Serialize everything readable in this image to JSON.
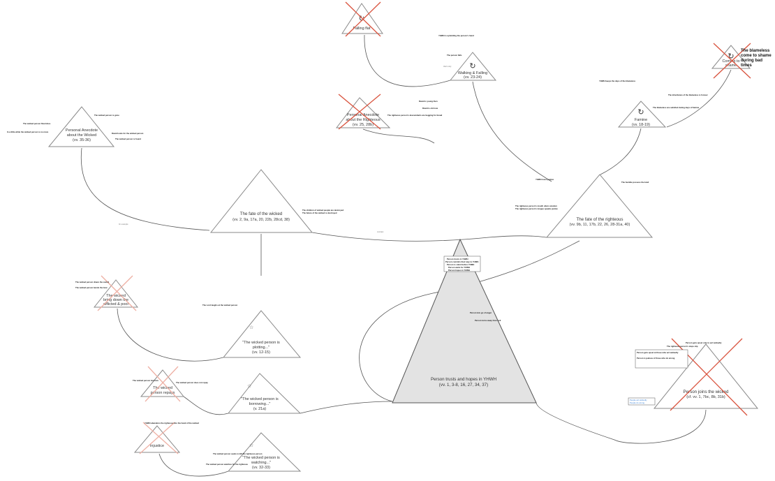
{
  "nodes": {
    "anecdote_wicked": {
      "title": "Personal Anecdote",
      "title2": "about the Wicked",
      "verses": "(vv. 35-36)"
    },
    "falling_flat": {
      "title": "Falling flat"
    },
    "walking_falling": {
      "title": "Walking & Falling",
      "verses": "(vv. 23-24)"
    },
    "anecdote_righteous": {
      "title": "Personal Anecdote",
      "title2": "about the Righteous",
      "verses": "(vv. 25, 28b)"
    },
    "famine": {
      "title": "Famine",
      "verses": "(vv. 18-19)"
    },
    "coming_to_shame": {
      "title": "Coming to",
      "title2": "shame"
    },
    "fate_wicked": {
      "title": "The fate of the wicked",
      "verses": "(vv. 2, 9a, 17a, 20, 22b, 28cd, 38)"
    },
    "fate_righteous": {
      "title": "The fate of the righteous",
      "verses": "(vv. 9b, 11, 17b, 22, 26, 28-31a, 40)"
    },
    "person_trusts": {
      "title": "Person trusts and hopes in YHWH",
      "verses": "(vv. 1, 3-8, 16, 27, 34, 37)"
    },
    "bring_down": {
      "title": "The wicked",
      "title2": "bring down the",
      "title3": "afflicted & poor"
    },
    "plotting": {
      "title": "\"The wicked person is",
      "title2": "plotting...\"",
      "verses": "(vv. 12-15)"
    },
    "repays": {
      "title": "The wicked",
      "title2": "person repays"
    },
    "borrowing": {
      "title": "\"The wicked person is",
      "title2": "borrowing...\"",
      "verses": "(v. 21a)"
    },
    "injustice": {
      "title": "Injustice"
    },
    "watching": {
      "title": "\"The wicked person is",
      "title2": "watching...\"",
      "verses": "(vv. 32-33)"
    },
    "joins_wicked": {
      "title": "Person joins the wicked",
      "verses": "(cf. vv. 1, 7bc, 8b, 31b)"
    }
  },
  "notes": {
    "n1": "The wicked person flourishes",
    "n2": "The wicked person is gone",
    "n3": "David looks for the wicked person",
    "n4": "The wicked person is found",
    "n5": "YHWH is upholding the person's hand",
    "n6": "The person falls",
    "n7": "David is young then",
    "n8": "David is old now",
    "n9": "The righteous person's descendants are begging for bread",
    "n10": "YHWH keeps the days of the blameless",
    "n11": "The inheritance of the blameless is forever",
    "n12": "The blameless are satisfied during days of famine",
    "n13": "The blameless come to shame during bad times",
    "n14": "The righteous person's mouth utters wisdom",
    "n15": "The righteous person's tongue speaks justice",
    "n16": "YHWH loves justice",
    "n17": "The humble possess the land",
    "n18": "The children of wicked people are destroyed",
    "n19": "The future of the wicked is destroyed",
    "n20": "In a little while the wicked person is no more",
    "n21": "Person trusts in YHWH",
    "n22": "Person commits their way to YHWH",
    "n23": "Person is silent before YHWH",
    "n24": "Person waits for YHWH",
    "n25": "Person hopes in YHWH",
    "n26": "Person lets go of anger",
    "n27": "Person turns away from evil",
    "n28": "The wicked person draws the sword",
    "n29": "The wicked person bends the bow",
    "n30": "The Lord laughs at the wicked person",
    "n31": "The wicked person borrows",
    "n32": "The wicked person does not repay",
    "n33": "The wicked person seeks to kill the righteous person",
    "n34": "The wicked person watches for the righteous",
    "n35": "YHWH abandons the righteous into the hand of the wicked",
    "n36": "Person gets upset at those who act wickedly",
    "n37": "Person is jealous of those who do wrong",
    "n38": "People act wickedly",
    "n39": "People do wrong",
    "n40": "Person gets upset only to act wickedly",
    "n41": "The righteous person's steps slip"
  },
  "link_labels": {
    "example": "for example",
    "contrast": "contrast",
    "that's why": "that's why"
  },
  "colors": {
    "cross": "#d9533e",
    "note_blue": "#3b82d6",
    "main_fill": "#e3e3e3"
  }
}
